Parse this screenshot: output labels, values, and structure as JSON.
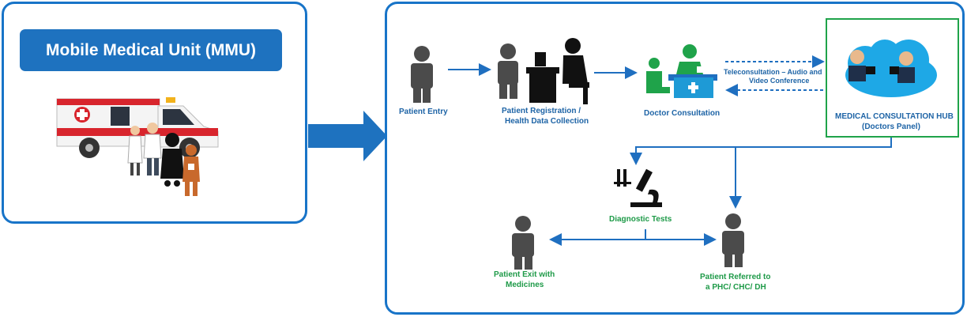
{
  "left": {
    "title": "Mobile Medical Unit (MMU)"
  },
  "steps": {
    "patient_entry": "Patient Entry",
    "registration_1": "Patient Registration /",
    "registration_2": "Health Data Collection",
    "doctor_consultation": "Doctor Consultation",
    "teleconsult_1": "Teleconsultation – Audio and",
    "teleconsult_2": "Video Conference",
    "hub_1": "MEDICAL CONSULTATION HUB",
    "hub_2": "(Doctors Panel)",
    "diagnostic_tests": "Diagnostic Tests",
    "exit_1": "Patient Exit with",
    "exit_2": "Medicines",
    "referred_1": "Patient Referred to",
    "referred_2": "a PHC/ CHC/ DH"
  },
  "colors": {
    "frame": "#1874c8",
    "title_bg": "#1e72bf",
    "label_blue": "#1e64a6",
    "label_green": "#1e9a48",
    "person": "#4b4b4b",
    "arrow": "#1f6fc0"
  }
}
